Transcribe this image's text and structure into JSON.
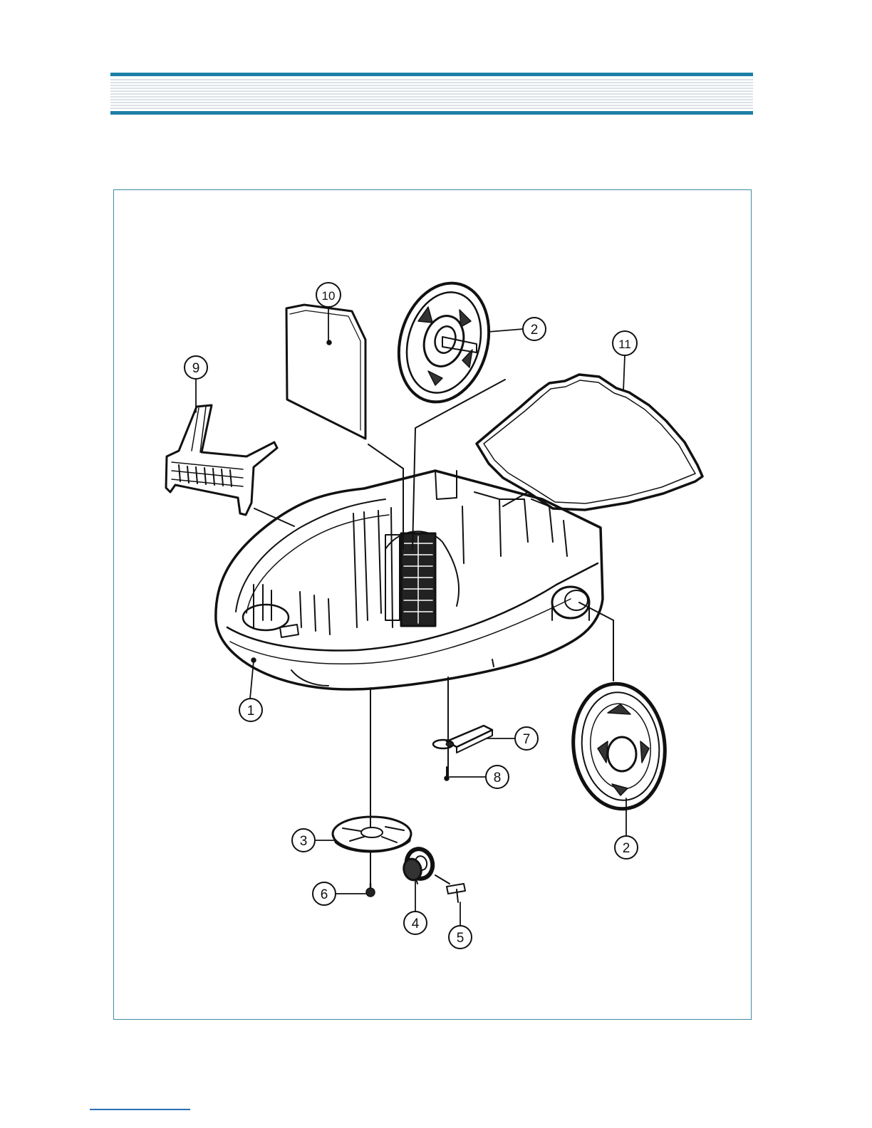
{
  "figure": {
    "callouts": [
      "1",
      "2",
      "2",
      "3",
      "4",
      "5",
      "6",
      "7",
      "8",
      "9",
      "10",
      "11"
    ]
  },
  "colors": {
    "header_rule": "#1d7fa6",
    "header_lines": "#b9c3cc",
    "frame_border": "#3f8aa3",
    "footer_rule": "#2a6fb8"
  }
}
